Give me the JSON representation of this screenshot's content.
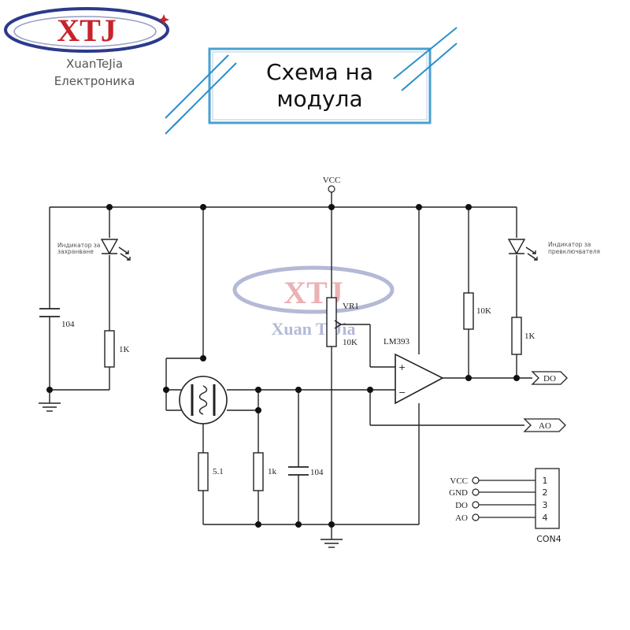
{
  "brand": {
    "logo_text": "XTJ",
    "name_line1": "XuanTeJia",
    "name_line2": "Електроника",
    "colors": {
      "logo_red": "#c8232c",
      "logo_blue": "#2c3a8c",
      "accent_blue": "#2a8fc9"
    }
  },
  "title": {
    "line1": "Схема на",
    "line2": "модула"
  },
  "watermark": {
    "logo_text": "XTJ",
    "text": "Xuan TeJia"
  },
  "schematic": {
    "vcc_label": "VCC",
    "left_led_label_line1": "Индикатор за",
    "left_led_label_line2": "захранване",
    "right_led_label_line1": "Индикатор за",
    "right_led_label_line2": "превключвателя",
    "c1_label": "104",
    "r1_label": "1K",
    "pot_label": "VR1",
    "pot_value": "10K",
    "opamp_label": "LM393",
    "opamp_plus": "+",
    "opamp_minus": "−",
    "r_pullup_label": "10K",
    "r_led_label": "1K",
    "r_51_label": "5.1",
    "r_1k_label": "1k",
    "c2_label": "104",
    "do_label": "DO",
    "ao_label": "AO"
  },
  "connector": {
    "name": "CON4",
    "pins": [
      {
        "signal": "VCC",
        "number": "1"
      },
      {
        "signal": "GND",
        "number": "2"
      },
      {
        "signal": "DO",
        "number": "3"
      },
      {
        "signal": "AO",
        "number": "4"
      }
    ]
  }
}
